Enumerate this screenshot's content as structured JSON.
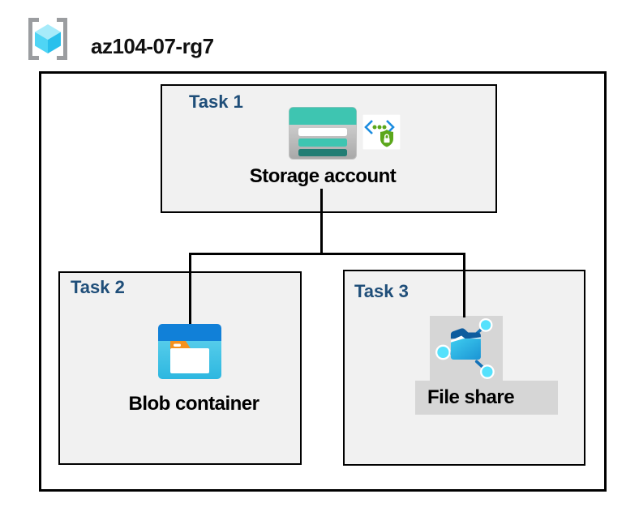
{
  "header": {
    "resource_group_name": "az104-07-rg7",
    "resource_group_icon": "resource-group-icon"
  },
  "diagram": {
    "tasks": [
      {
        "id": "task-1",
        "label": "Task 1",
        "item": {
          "name": "Storage account",
          "icons": [
            "storage-account-icon",
            "sas-secure-access-icon"
          ]
        }
      },
      {
        "id": "task-2",
        "label": "Task 2",
        "item": {
          "name": "Blob container",
          "icons": [
            "blob-container-icon"
          ]
        }
      },
      {
        "id": "task-3",
        "label": "Task 3",
        "item": {
          "name": "File share",
          "icons": [
            "file-share-icon"
          ],
          "highlighted": true
        }
      }
    ],
    "connections": [
      {
        "from": "Storage account",
        "to": "Blob container"
      },
      {
        "from": "Storage account",
        "to": "File share"
      }
    ]
  },
  "colors": {
    "task_label_blue": "#1f4e79",
    "box_fill_gray": "#f1f1f1",
    "box_border": "#000000",
    "highlight_gray": "#d6d6d6",
    "storage_teal": "#3ec5b1",
    "storage_teal_dark": "#217d74",
    "azure_blue": "#1180d8",
    "container_cyan": "#3fc3e8",
    "folder_orange": "#f6921e",
    "security_green": "#5ba71b",
    "chevron_blue": "#1b8ce0",
    "rg_cube_cyan": "#4fd5f5",
    "fileshare_node_cyan": "#55e1fc"
  }
}
